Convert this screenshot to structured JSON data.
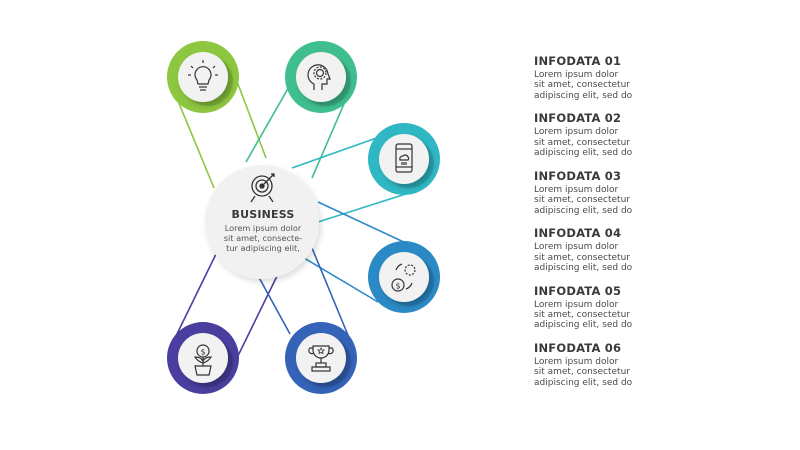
{
  "center": {
    "title": "BUSINESS",
    "desc_lines": [
      "Lorem ipsum dolor",
      "sit amet, consecte-",
      "tur adipiscing elit,"
    ],
    "icon": "target-icon"
  },
  "nodes": [
    {
      "id": "node-1",
      "icon": "lightbulb-icon",
      "color": "#8dc63f"
    },
    {
      "id": "node-2",
      "icon": "head-gear-icon",
      "color": "#3fbf8f"
    },
    {
      "id": "node-3",
      "icon": "smartphone-cloud-icon",
      "color": "#2fb8c4"
    },
    {
      "id": "node-4",
      "icon": "money-cycle-icon",
      "color": "#2b8ac6"
    },
    {
      "id": "node-5",
      "icon": "plant-money-icon",
      "color": "#4a3fa0"
    },
    {
      "id": "node-6",
      "icon": "trophy-icon",
      "color": "#3463b8"
    }
  ],
  "legend": [
    {
      "title": "INFODATA 01",
      "lines": [
        "Lorem ipsum dolor",
        "sit amet, consectetur",
        "adipiscing elit, sed do"
      ]
    },
    {
      "title": "INFODATA 02",
      "lines": [
        "Lorem ipsum dolor",
        "sit amet, consectetur",
        "adipiscing elit, sed do"
      ]
    },
    {
      "title": "INFODATA 03",
      "lines": [
        "Lorem ipsum dolor",
        "sit amet, consectetur",
        "adipiscing elit, sed do"
      ]
    },
    {
      "title": "INFODATA 04",
      "lines": [
        "Lorem ipsum dolor",
        "sit amet, consectetur",
        "adipiscing elit, sed do"
      ]
    },
    {
      "title": "INFODATA 05",
      "lines": [
        "Lorem ipsum dolor",
        "sit amet, consectetur",
        "adipiscing elit, sed do"
      ]
    },
    {
      "title": "INFODATA 06",
      "lines": [
        "Lorem ipsum dolor",
        "sit amet, consectetur",
        "adipiscing elit, sed do"
      ]
    }
  ]
}
